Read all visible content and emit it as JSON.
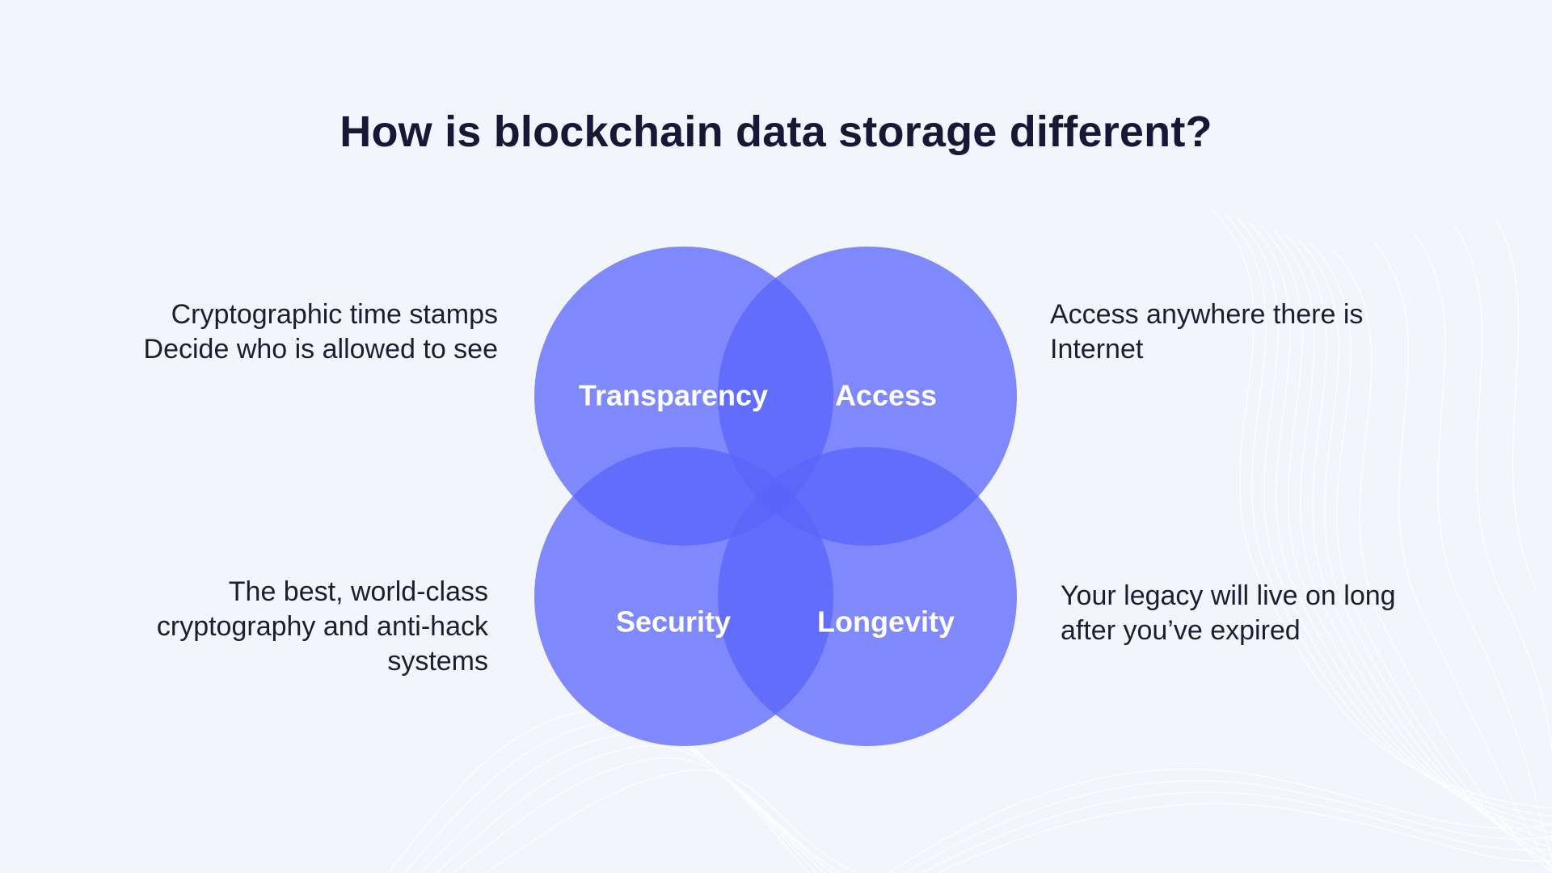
{
  "slide": {
    "title": "How is blockchain data storage different?"
  },
  "venn": {
    "circle_color": "#5a64fb",
    "circles": [
      {
        "label": "Transparency"
      },
      {
        "label": "Access"
      },
      {
        "label": "Security"
      },
      {
        "label": "Longevity"
      }
    ]
  },
  "descriptions": {
    "top_left": {
      "lines": [
        "Cryptographic time stamps",
        "Decide who is allowed to see"
      ]
    },
    "top_right": {
      "lines": [
        "Access anywhere there is",
        "Internet"
      ]
    },
    "bottom_left": {
      "lines": [
        "The best, world-class",
        "cryptography and anti-hack",
        "systems"
      ]
    },
    "bottom_right": {
      "lines": [
        "Your legacy will live on long",
        "after you’ve expired"
      ]
    }
  },
  "colors": {
    "background": "#f3f5fc",
    "title_text": "#161836",
    "body_text": "#1c1d33"
  }
}
